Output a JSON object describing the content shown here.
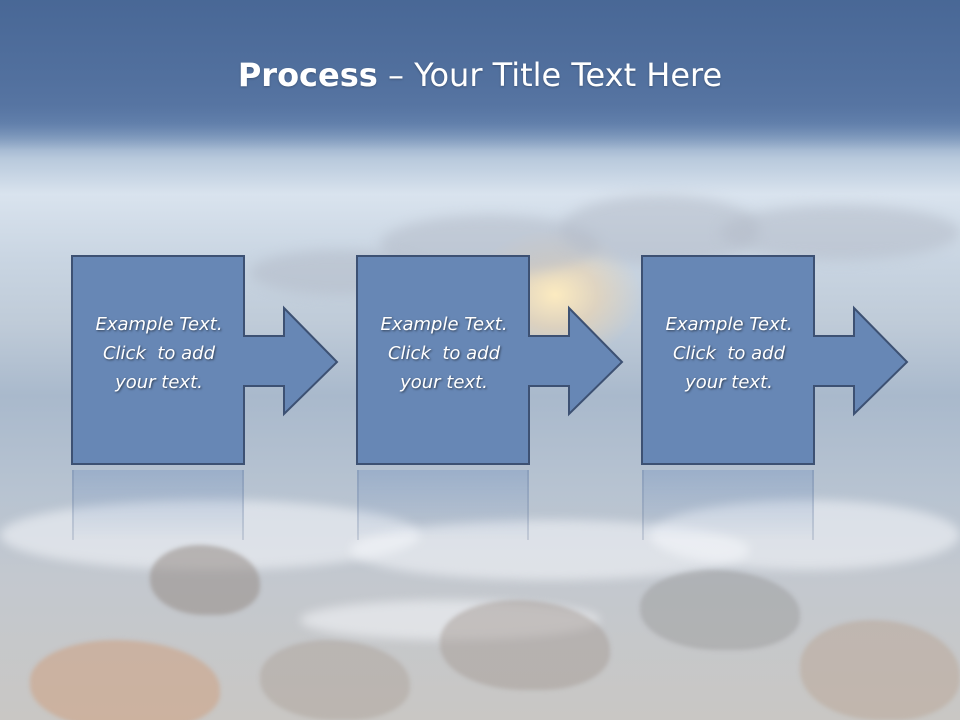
{
  "slide": {
    "title_bold": "Process",
    "title_rest": " – Your Title Text Here"
  },
  "steps": [
    {
      "lines": [
        "Example Text.",
        "Click  to add",
        "your text."
      ]
    },
    {
      "lines": [
        "Example Text.",
        "Click  to add",
        "your text."
      ]
    },
    {
      "lines": [
        "Example Text.",
        "Click  to add",
        "your text."
      ]
    }
  ],
  "colors": {
    "header": "#4f6d97",
    "box_fill": "#6787b5",
    "box_stroke": "#3d5173",
    "text": "#ffffff"
  },
  "icons": [
    "right-arrow-icon"
  ]
}
